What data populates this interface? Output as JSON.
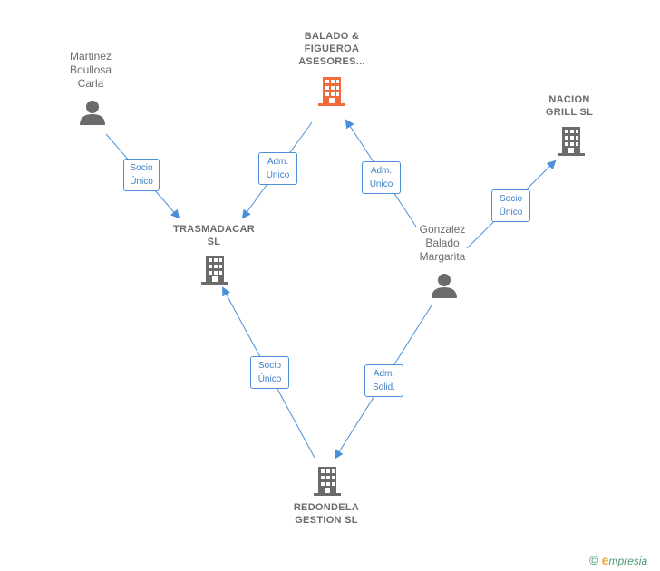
{
  "colors": {
    "edge": "#4a8fd8",
    "node_gray": "#6b6b6b",
    "highlight": "#f26a3a",
    "brand_green": "#4a9a6e",
    "brand_orange": "#f2a23a"
  },
  "nodes": {
    "balado": {
      "label": "BALADO &\nFIGUEROA\nASESORES...",
      "type": "company",
      "icon": "building-icon-highlight"
    },
    "nacion": {
      "label": "NACION\nGRILL SL",
      "type": "company",
      "icon": "building-icon"
    },
    "trasmadacar": {
      "label": "TRASMADACAR\nSL",
      "type": "company",
      "icon": "building-icon"
    },
    "redondela": {
      "label": "REDONDELA\nGESTION  SL",
      "type": "company",
      "icon": "building-icon"
    },
    "martinez": {
      "label": "Martinez\nBoullosa\nCarla",
      "type": "person",
      "icon": "person-icon"
    },
    "gonzalez": {
      "label": "Gonzalez\nBalado\nMargarita",
      "type": "person",
      "icon": "person-icon"
    }
  },
  "edges": [
    {
      "from": "martinez",
      "to": "trasmadacar",
      "label": "Socio\nÚnico"
    },
    {
      "from": "balado",
      "to": "trasmadacar",
      "label": "Adm.\nUnico"
    },
    {
      "from": "gonzalez",
      "to": "balado",
      "label": "Adm.\nUnico"
    },
    {
      "from": "gonzalez",
      "to": "nacion",
      "label": "Socio\nÚnico"
    },
    {
      "from": "redondela",
      "to": "trasmadacar",
      "label": "Socio\nÚnico"
    },
    {
      "from": "gonzalez",
      "to": "redondela",
      "label": "Adm.\nSolid."
    }
  ],
  "footer": {
    "copyright": "©",
    "brand_initial": "e",
    "brand_rest": "mpresia"
  }
}
